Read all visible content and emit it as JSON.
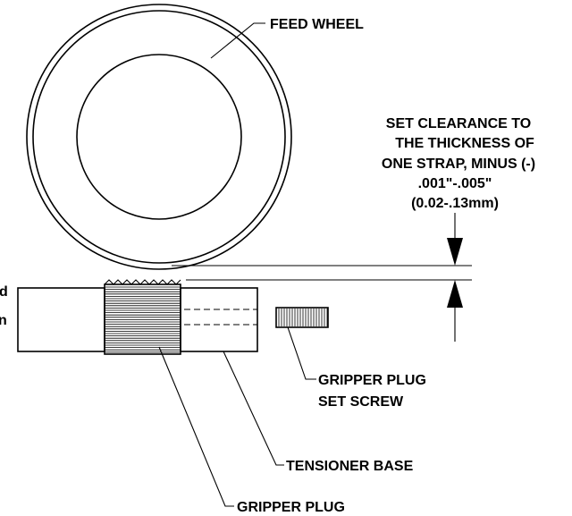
{
  "labels": {
    "feed_wheel": "FEED WHEEL",
    "clearance_line1": "SET CLEARANCE TO",
    "clearance_line2": "THE THICKNESS OF",
    "clearance_line3": "ONE STRAP, MINUS (-)",
    "clearance_line4": ".001\"-.005\"",
    "clearance_line5": "(0.02-.13mm)",
    "set_screw_line1": "GRIPPER PLUG",
    "set_screw_line2": "SET SCREW",
    "tensioner_base": "TENSIONER BASE",
    "gripper_plug": "GRIPPER PLUG",
    "cut_left_1": "d",
    "cut_left_2": "n"
  }
}
